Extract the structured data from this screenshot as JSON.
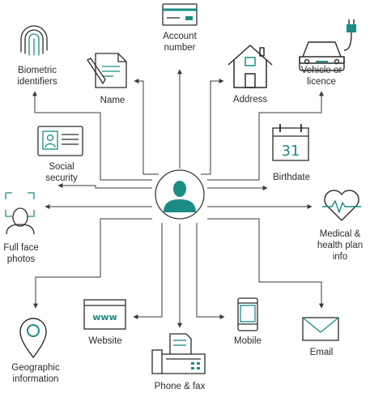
{
  "colors": {
    "accent": "#1a8c84",
    "line": "#3a3a3a",
    "text": "#2b2b2b"
  },
  "center": {
    "icon": "person-icon"
  },
  "nodes": [
    {
      "id": "account-number",
      "label": "Account\nnumber",
      "icon": "bank-card-icon"
    },
    {
      "id": "name",
      "label": "Name",
      "icon": "document-pen-icon"
    },
    {
      "id": "biometric",
      "label": "Biometric\nidentifiers",
      "icon": "fingerprint-icon"
    },
    {
      "id": "address",
      "label": "Address",
      "icon": "house-icon"
    },
    {
      "id": "vehicle",
      "label": "Vehicle or\nlicence",
      "icon": "car-plug-icon"
    },
    {
      "id": "social-security",
      "label": "Social\nsecurity",
      "icon": "id-card-icon"
    },
    {
      "id": "birthdate",
      "label": "Birthdate",
      "icon": "calendar-icon",
      "icon_text": "31"
    },
    {
      "id": "face",
      "label": "Full face\nphotos",
      "icon": "face-scan-icon"
    },
    {
      "id": "medical",
      "label": "Medical &\nhealth plan\ninfo",
      "icon": "heart-pulse-icon"
    },
    {
      "id": "geographic",
      "label": "Geographic\ninformation",
      "icon": "map-pin-icon"
    },
    {
      "id": "website",
      "label": "Website",
      "icon": "browser-window-icon",
      "icon_text": "www"
    },
    {
      "id": "phone-fax",
      "label": "Phone & fax",
      "icon": "fax-machine-icon"
    },
    {
      "id": "mobile",
      "label": "Mobile",
      "icon": "mobile-phone-icon"
    },
    {
      "id": "email",
      "label": "Email",
      "icon": "envelope-icon"
    }
  ]
}
